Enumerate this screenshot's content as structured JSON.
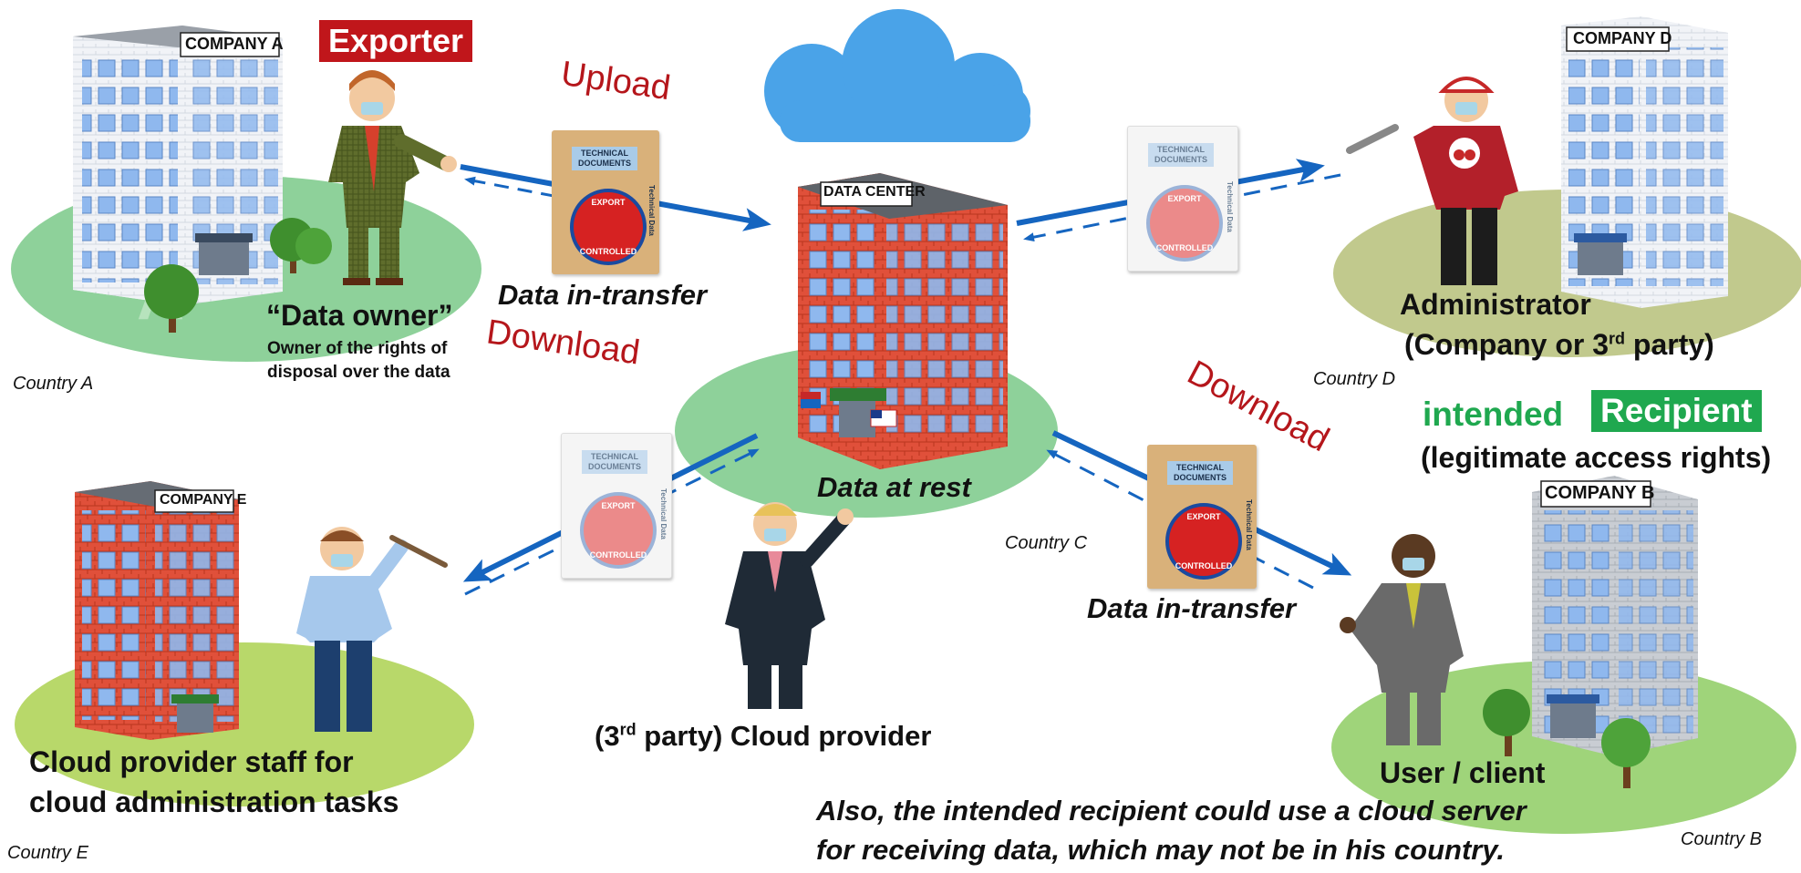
{
  "diagram": {
    "country_a": "Country A",
    "country_b": "Country B",
    "country_c": "Country C",
    "country_d": "Country D",
    "country_e": "Country E",
    "company_a": "COMPANY A",
    "company_b": "COMPANY B",
    "company_d": "COMPANY D",
    "company_e": "COMPANY E",
    "data_center": "DATA CENTER",
    "exporter_badge": "Exporter",
    "data_owner": "“Data owner”",
    "data_owner_note_1": "Owner of the rights of",
    "data_owner_note_2": "disposal over the data",
    "upload": "Upload",
    "download_left": "Download",
    "download_right": "Download",
    "transfer_top": "Data in-transfer",
    "transfer_bottom": "Data in-transfer",
    "data_at_rest": "Data at rest",
    "admin_1": "Administrator",
    "admin_2_pre": "(Company or 3",
    "admin_2_sup": "rd",
    "admin_2_post": " party)",
    "intended": "intended",
    "recipient_badge": "Recipient",
    "legit": "(legitimate access rights)",
    "user_client": "User / client",
    "provider_pre": "(3",
    "provider_sup": "rd",
    "provider_post": " party) Cloud provider",
    "staff_1": "Cloud provider staff for",
    "staff_2": "cloud administration tasks",
    "note_1": "Also, the intended recipient could use a cloud server",
    "note_2": "for receiving data, which may not be in his country.",
    "doc_title_1": "TECHNICAL",
    "doc_title_2": "DOCUMENTS",
    "doc_side": "Technical Data",
    "seal_top": "EXPORT",
    "seal_bottom": "CONTROLLED",
    "colors": {
      "arrow_blue": "#1565c0",
      "red_text": "#b5161b",
      "exporter_red": "#c0161b",
      "recipient_green": "#1fa84f",
      "brick": "#e0503a",
      "window_blue": "#8fb8ee",
      "ground_green": "#8ed19a",
      "cloud_blue": "#4aa3e8"
    }
  }
}
